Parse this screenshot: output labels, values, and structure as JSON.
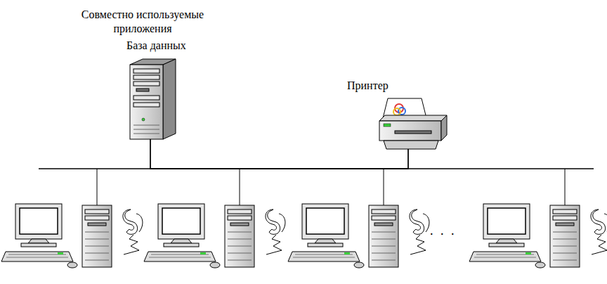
{
  "diagram": {
    "nodes": [
      {
        "text": [
          "Совместно используемые приложения",
          "База данных"
        ]
      },
      {
        "text": [
          "Принтер"
        ]
      }
    ],
    "edges": [
      {
        "from": 0,
        "to": 1,
        "arrow": "none"
      }
    ],
    "labels": [
      ". . ."
    ]
  }
}
